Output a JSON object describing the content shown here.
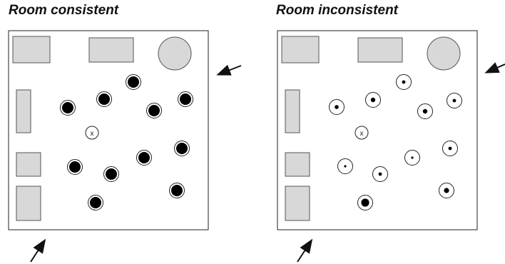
{
  "panels": [
    {
      "id": "consistent",
      "title": "Room consistent",
      "center_marker": "x",
      "objects": [
        {
          "name": "bin",
          "fill": 1.0
        },
        {
          "name": "bin",
          "fill": 1.0
        },
        {
          "name": "bin",
          "fill": 1.0
        },
        {
          "name": "bin",
          "fill": 1.0
        },
        {
          "name": "bin",
          "fill": 1.0
        },
        {
          "name": "bin",
          "fill": 1.0
        },
        {
          "name": "bin",
          "fill": 1.0
        },
        {
          "name": "bin",
          "fill": 1.0
        },
        {
          "name": "bin",
          "fill": 1.0
        },
        {
          "name": "bin",
          "fill": 1.0
        },
        {
          "name": "bin",
          "fill": 1.0
        }
      ]
    },
    {
      "id": "inconsistent",
      "title": "Room inconsistent",
      "center_marker": "x",
      "objects": [
        {
          "name": "bin",
          "fill": 0.3
        },
        {
          "name": "bin",
          "fill": 0.4
        },
        {
          "name": "bin",
          "fill": 0.4
        },
        {
          "name": "bin",
          "fill": 0.3
        },
        {
          "name": "bin",
          "fill": 0.35
        },
        {
          "name": "bin",
          "fill": 0.3
        },
        {
          "name": "bin",
          "fill": 0.2
        },
        {
          "name": "bin",
          "fill": 0.2
        },
        {
          "name": "bin",
          "fill": 0.3
        },
        {
          "name": "bin",
          "fill": 0.45
        },
        {
          "name": "bin",
          "fill": 0.7
        }
      ]
    }
  ],
  "colors": {
    "furniture_fill": "#d8d8d8",
    "furniture_stroke": "#555555",
    "room_stroke": "#222222",
    "marker_fill": "#000000"
  }
}
